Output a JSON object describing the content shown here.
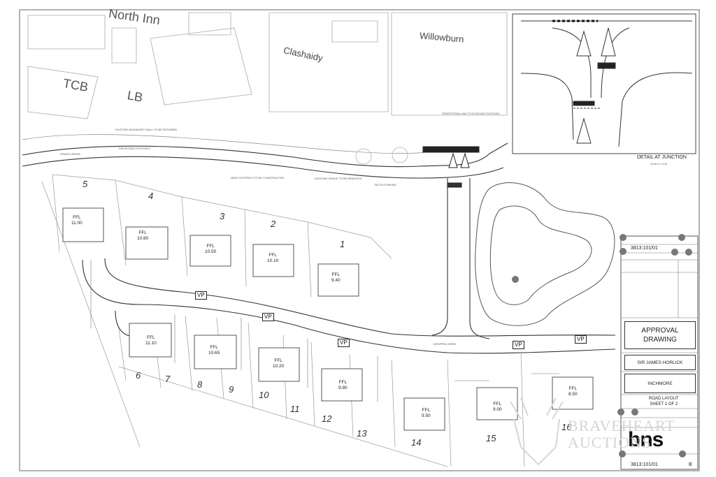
{
  "area_labels": {
    "north_inn": "North Inn",
    "willowburn": "Willowburn",
    "clashaidy": "Clashaidy",
    "tcb": "TCB",
    "lb": "LB"
  },
  "plots": [
    {
      "number": "5",
      "ffl_label": "FFL",
      "ffl_value": "11.00"
    },
    {
      "number": "4",
      "ffl_label": "FFL",
      "ffl_value": "10.80"
    },
    {
      "number": "3",
      "ffl_label": "FFL",
      "ffl_value": "10.50"
    },
    {
      "number": "2",
      "ffl_label": "FFL",
      "ffl_value": "10.10"
    },
    {
      "number": "1",
      "ffl_label": "FFL",
      "ffl_value": "9.40"
    },
    {
      "number": "6",
      "ffl_label": "FFL",
      "ffl_value": "11.10"
    },
    {
      "number": "7",
      "ffl_label": "",
      "ffl_value": ""
    },
    {
      "number": "8",
      "ffl_label": "FFL",
      "ffl_value": "10.65"
    },
    {
      "number": "9",
      "ffl_label": "",
      "ffl_value": ""
    },
    {
      "number": "10",
      "ffl_label": "FFL",
      "ffl_value": "10.20"
    },
    {
      "number": "11",
      "ffl_label": "",
      "ffl_value": ""
    },
    {
      "number": "12",
      "ffl_label": "FFL",
      "ffl_value": "9.80"
    },
    {
      "number": "13",
      "ffl_label": "",
      "ffl_value": ""
    },
    {
      "number": "14",
      "ffl_label": "FFL",
      "ffl_value": "9.50"
    },
    {
      "number": "15",
      "ffl_label": "FFL",
      "ffl_value": "9.00"
    },
    {
      "number": "16",
      "ffl_label": "FFL",
      "ffl_value": "8.50"
    }
  ],
  "vp_label": "VP",
  "detail": {
    "title": "DETAIL AT JUNCTION",
    "scale": "SCALE 1:100"
  },
  "title_block": {
    "drawing_no_top": "3813:101/01",
    "status_line1": "APPROVAL",
    "status_line2": "DRAWING",
    "client": "SIR JAMES HORLICK",
    "project": "INCHMORE",
    "title_line1": "ROAD LAYOUT",
    "title_line2": "SHEET 1 OF 2",
    "logo": "bns",
    "drawing_no_bottom": "3813:101/01",
    "revision": "B"
  },
  "watermark": {
    "line1": "BRAVEHEART",
    "line2": "AUCTIONS"
  },
  "notes": {
    "pedestrian_link": "PEDESTRIAN LINK TO EXISTING FOOTWAY",
    "existing_wall": "EXISTING BOUNDARY WALL TO BE RETAINED",
    "footpath": "PROPOSED FOOTPATH",
    "verge": "GRASS VERGE",
    "new_footpath": "NEW FOOTPATH TO BE CONSTRUCTED",
    "existing_fence": "EXISTING FENCE TO BE REMOVED",
    "tactile": "TACTILE PAVING",
    "dropped_kerb": "DROPPED KERB"
  },
  "colors": {
    "line": "#555555",
    "road": "#333333",
    "thin": "#9a9a9a",
    "watermark": "#cfcfcf"
  }
}
